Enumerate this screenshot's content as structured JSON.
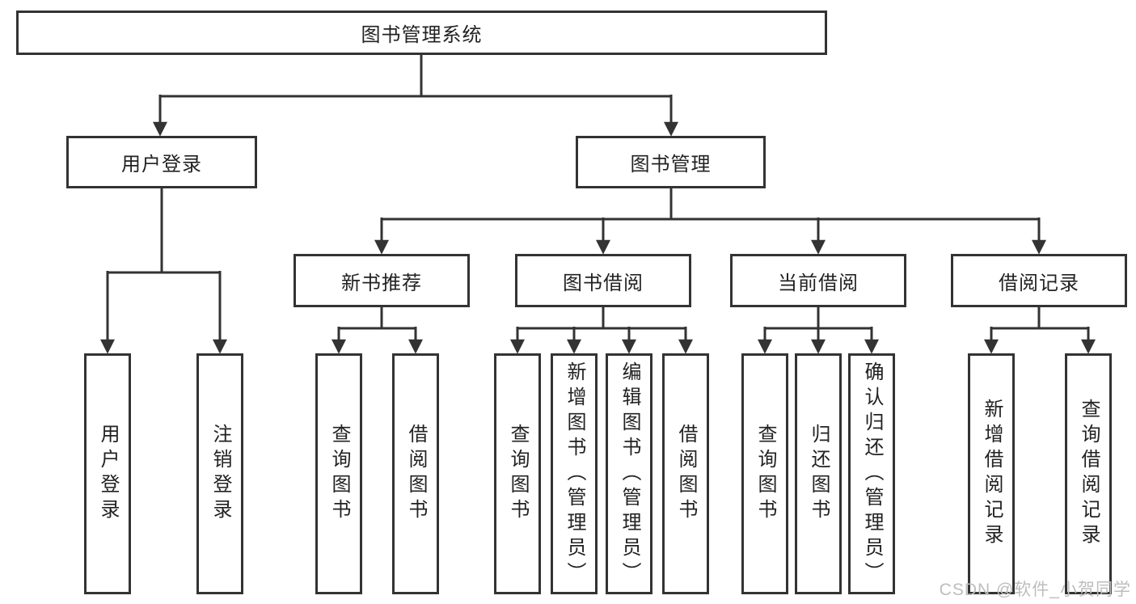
{
  "diagram": {
    "root_label": "图书管理系统",
    "level2": [
      {
        "label": "用户登录",
        "children": [
          {
            "label": "用户登录"
          },
          {
            "label": "注销登录"
          }
        ]
      },
      {
        "label": "图书管理",
        "children": [
          {
            "label": "新书推荐",
            "children": [
              {
                "label": "查询图书"
              },
              {
                "label": "借阅图书"
              }
            ]
          },
          {
            "label": "图书借阅",
            "children": [
              {
                "label": "查询图书"
              },
              {
                "label": "新增图书（管理员）"
              },
              {
                "label": "编辑图书（管理员）"
              },
              {
                "label": "借阅图书"
              }
            ]
          },
          {
            "label": "当前借阅",
            "children": [
              {
                "label": "查询图书"
              },
              {
                "label": "归还图书"
              },
              {
                "label": "确认归还（管理员）"
              }
            ]
          },
          {
            "label": "借阅记录",
            "children": [
              {
                "label": "新增借阅记录"
              },
              {
                "label": "查询借阅记录"
              }
            ]
          }
        ]
      }
    ]
  },
  "watermark": {
    "text": "CSDN @软件_小贺同学"
  },
  "colors": {
    "line": "#333333",
    "text": "#222222",
    "node_background": "#ffffff",
    "page_background": "#ffffff",
    "watermark": "#bdbdbd"
  }
}
